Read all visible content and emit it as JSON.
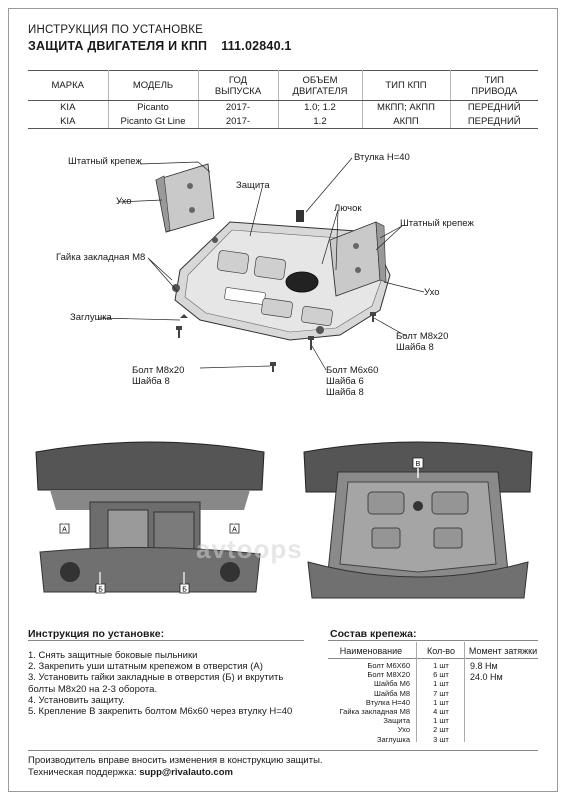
{
  "header": {
    "title_line1": "ИНСТРУКЦИЯ ПО УСТАНОВКЕ",
    "title_line2": "ЗАЩИТА ДВИГАТЕЛЯ И КПП",
    "part_number": "111.02840.1"
  },
  "spec_table": {
    "columns": [
      [
        "МАРКА"
      ],
      [
        "МОДЕЛЬ"
      ],
      [
        "ГОД",
        "ВЫПУСКА"
      ],
      [
        "ОБЪЕМ",
        "ДВИГАТЕЛЯ"
      ],
      [
        "ТИП КПП"
      ],
      [
        "ТИП",
        "ПРИВОДА"
      ]
    ],
    "rows": [
      [
        "KIA",
        "Picanto",
        "2017-",
        "1.0; 1.2",
        "МКПП; АКПП",
        "ПЕРЕДНИЙ"
      ],
      [
        "KIA",
        "Picanto Gt Line",
        "2017-",
        "1.2",
        "АКПП",
        "ПЕРЕДНИЙ"
      ]
    ]
  },
  "diagram_labels": {
    "shtatny_krepezh_left": "Штатный крепеж",
    "ukho_left": "Ухо",
    "zashchita": "Защита",
    "vtulka": "Втулка H=40",
    "luchok": "Лючок",
    "shtatny_krepezh_right": "Штатный крепеж",
    "gayka": "Гайка закладная М8",
    "ukho_right": "Ухо",
    "zaglushka": "Заглушка",
    "bolt_m8_right_1": "Болт М8х20",
    "bolt_m8_right_2": "Шайба 8",
    "bolt_m8_left_1": "Болт М8х20",
    "bolt_m8_left_2": "Шайба 8",
    "bolt_m6_1": "Болт М6х60",
    "bolt_m6_2": "Шайба 6",
    "bolt_m6_3": "Шайба 8"
  },
  "photo_markers": {
    "a": "А",
    "b": "Б",
    "v": "В"
  },
  "watermark": "avtoops",
  "instructions": {
    "title": "Инструкция по установке:",
    "steps": [
      "1. Снять защитные боковые пыльники",
      "2. Закрепить уши штатным крепежом в отверстия (А)",
      "3. Установить гайки закладные в отверстия (Б) и вкрутить",
      "болты М8х20 на 2-3 оборота.",
      "4. Установить защиту.",
      "5. Крепление В закрепить болтом М6х60 через втулку H=40"
    ]
  },
  "fasteners": {
    "title": "Состав крепежа:",
    "head_name": "Наименование",
    "head_qty": "Кол-во",
    "head_torque": "Момент затяжки",
    "items": [
      {
        "name": "Болт М6Х60",
        "qty": "1 шт"
      },
      {
        "name": "Болт М8Х20",
        "qty": "6 шт"
      },
      {
        "name": "Шайба М6",
        "qty": "1 шт"
      },
      {
        "name": "Шайба М8",
        "qty": "7 шт"
      },
      {
        "name": "Втулка H=40",
        "qty": "1 шт"
      },
      {
        "name": "Гайка закладная М8",
        "qty": "4 шт"
      },
      {
        "name": "Защита",
        "qty": "1 шт"
      },
      {
        "name": "Ухо",
        "qty": "2 шт"
      },
      {
        "name": "Заглушка",
        "qty": "3 шт"
      }
    ],
    "torques": [
      "9.8 Нм",
      "24.0 Нм"
    ]
  },
  "footer": {
    "line1": "Производитель вправе вносить изменения в конструкцию защиты.",
    "support_label": "Техническая поддержка: ",
    "email": "supp@rivalauto.com"
  }
}
